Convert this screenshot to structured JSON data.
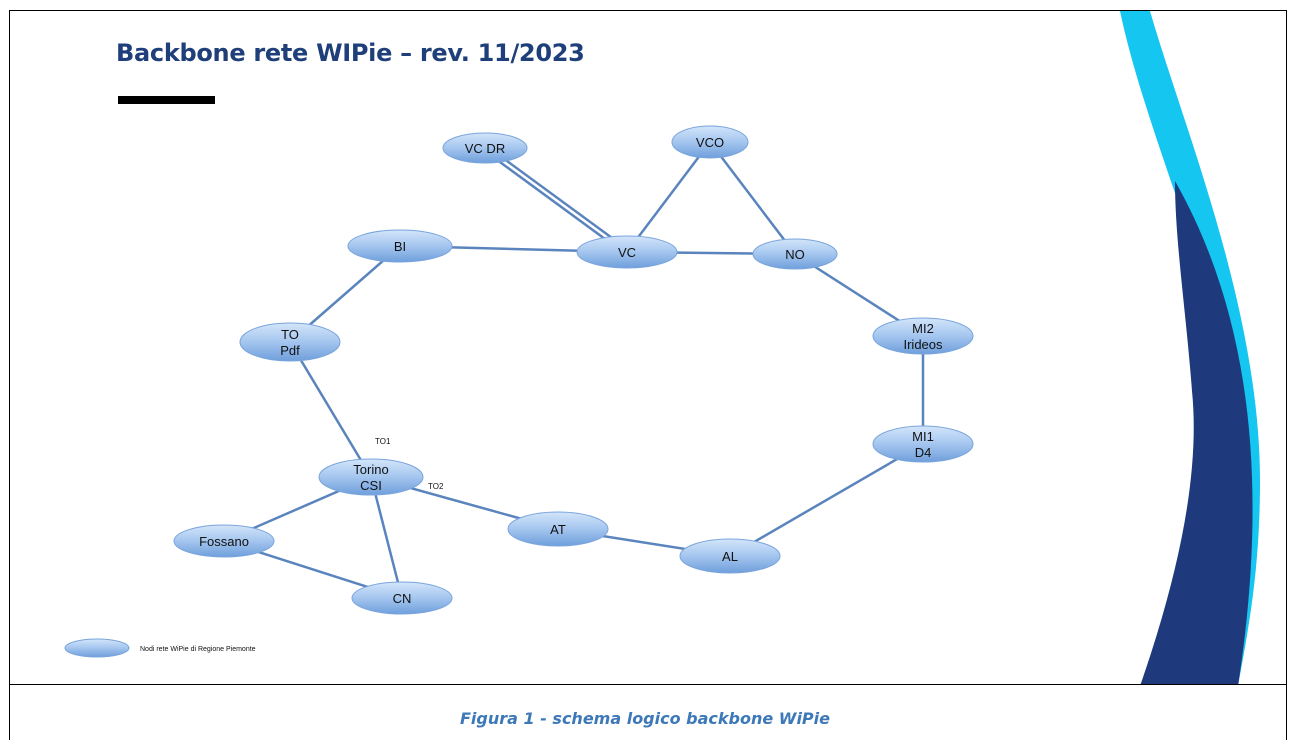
{
  "title": "Backbone rete WIPie – rev. 11/2023",
  "caption": "Figura 1 - schema logico backbone WiPie",
  "colors": {
    "title": "#1f3f7a",
    "edge": "#5a84bd",
    "caption": "#3d78b8",
    "accent_light": "#14c6f0",
    "accent_dark": "#1e3a7c"
  },
  "nodes": [
    {
      "id": "vcdr",
      "lines": [
        "VC DR"
      ]
    },
    {
      "id": "vco",
      "lines": [
        "VCO"
      ]
    },
    {
      "id": "bi",
      "lines": [
        "BI"
      ]
    },
    {
      "id": "vc",
      "lines": [
        "VC"
      ]
    },
    {
      "id": "no",
      "lines": [
        "NO"
      ]
    },
    {
      "id": "topdf",
      "lines": [
        "TO",
        "Pdf"
      ]
    },
    {
      "id": "mi2",
      "lines": [
        "MI2",
        "Irideos"
      ]
    },
    {
      "id": "mi1",
      "lines": [
        "MI1",
        "D4"
      ]
    },
    {
      "id": "torino",
      "lines": [
        "Torino",
        "CSI"
      ]
    },
    {
      "id": "at",
      "lines": [
        "AT"
      ]
    },
    {
      "id": "al",
      "lines": [
        "AL"
      ]
    },
    {
      "id": "fossano",
      "lines": [
        "Fossano"
      ]
    },
    {
      "id": "cn",
      "lines": [
        "CN"
      ]
    }
  ],
  "edges": [
    {
      "from": "vcdr",
      "to": "vc",
      "double": true
    },
    {
      "from": "vco",
      "to": "vc"
    },
    {
      "from": "vco",
      "to": "no"
    },
    {
      "from": "bi",
      "to": "vc"
    },
    {
      "from": "vc",
      "to": "no"
    },
    {
      "from": "no",
      "to": "mi2"
    },
    {
      "from": "mi2",
      "to": "mi1"
    },
    {
      "from": "mi1",
      "to": "al"
    },
    {
      "from": "al",
      "to": "at"
    },
    {
      "from": "at",
      "to": "torino",
      "label": "TO2"
    },
    {
      "from": "torino",
      "to": "topdf",
      "label": "TO1"
    },
    {
      "from": "topdf",
      "to": "bi"
    },
    {
      "from": "torino",
      "to": "fossano"
    },
    {
      "from": "torino",
      "to": "cn"
    },
    {
      "from": "fossano",
      "to": "cn"
    }
  ],
  "legend": {
    "label": "Nodi rete WiPie di Regione Piemonte"
  }
}
